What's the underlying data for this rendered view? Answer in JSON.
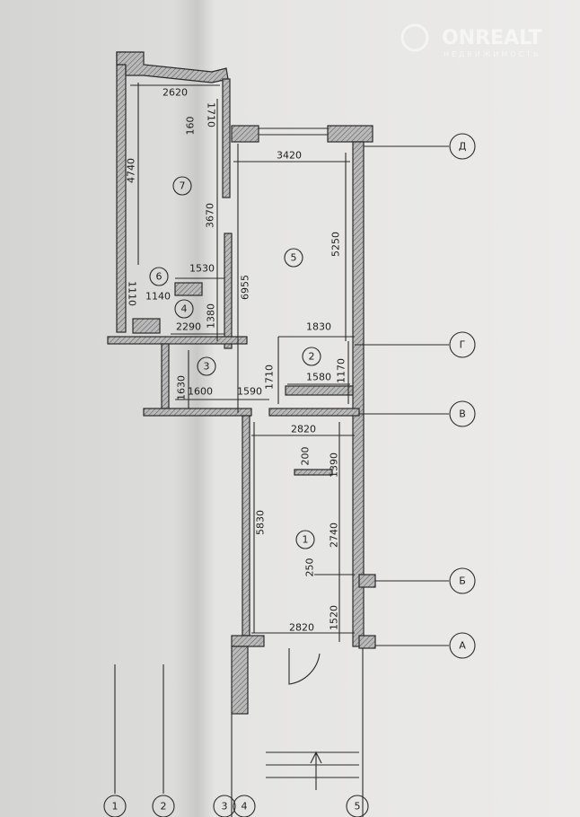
{
  "watermark": {
    "brand": "ONREALT",
    "subtitle": "НЕДВИЖИМОСТЬ"
  },
  "rooms": [
    "7",
    "5",
    "6",
    "4",
    "3",
    "2",
    "1"
  ],
  "axes_rows": [
    "Д",
    "Г",
    "В",
    "Б",
    "А"
  ],
  "axes_cols": [
    "1",
    "2",
    "3",
    "4",
    "5"
  ],
  "dimensions": {
    "d2620": "2620",
    "d1710a": "1710",
    "d160": "160",
    "d4740": "4740",
    "d3670": "3670",
    "d3420": "3420",
    "d5250": "5250",
    "d6955": "6955",
    "d1530": "1530",
    "d1110": "1110",
    "d1140": "1140",
    "d1380": "1380",
    "d2290": "2290",
    "d1630": "1630",
    "d1600": "1600",
    "d1590": "1590",
    "d1830": "1830",
    "d1710b": "1710",
    "d1580": "1580",
    "d1170": "1170",
    "d2820a": "2820",
    "d200": "200",
    "d1390": "1390",
    "d5830": "5830",
    "d2740": "2740",
    "d250": "250",
    "d2820b": "2820",
    "d1520": "1520"
  }
}
